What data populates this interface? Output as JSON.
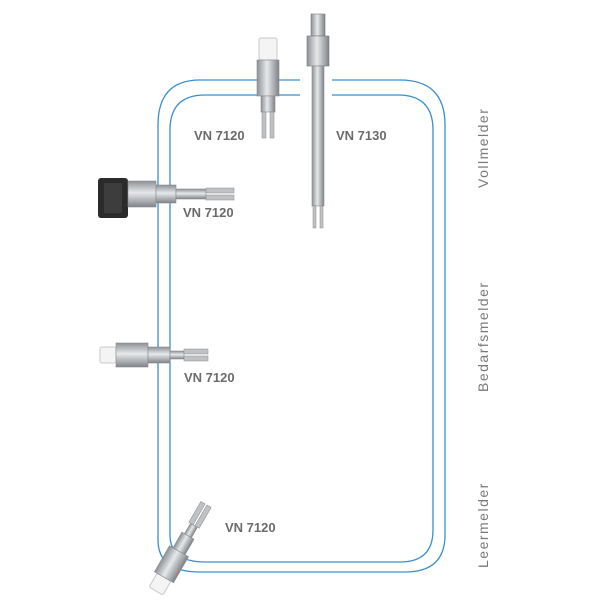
{
  "sensors": [
    {
      "model": "VN 7120"
    },
    {
      "model": "VN 7130"
    },
    {
      "model": "VN 7120"
    },
    {
      "model": "VN 7120"
    },
    {
      "model": "VN 7120"
    }
  ],
  "zones": {
    "full": "Vollmelder",
    "demand": "Bedarfsmelder",
    "empty": "Leermelder"
  },
  "colors": {
    "tank_outline": "#3a8fd0",
    "text": "#6b6b6b",
    "steel": "#b9bcc0",
    "housing_dark": "#2b2b2b"
  }
}
